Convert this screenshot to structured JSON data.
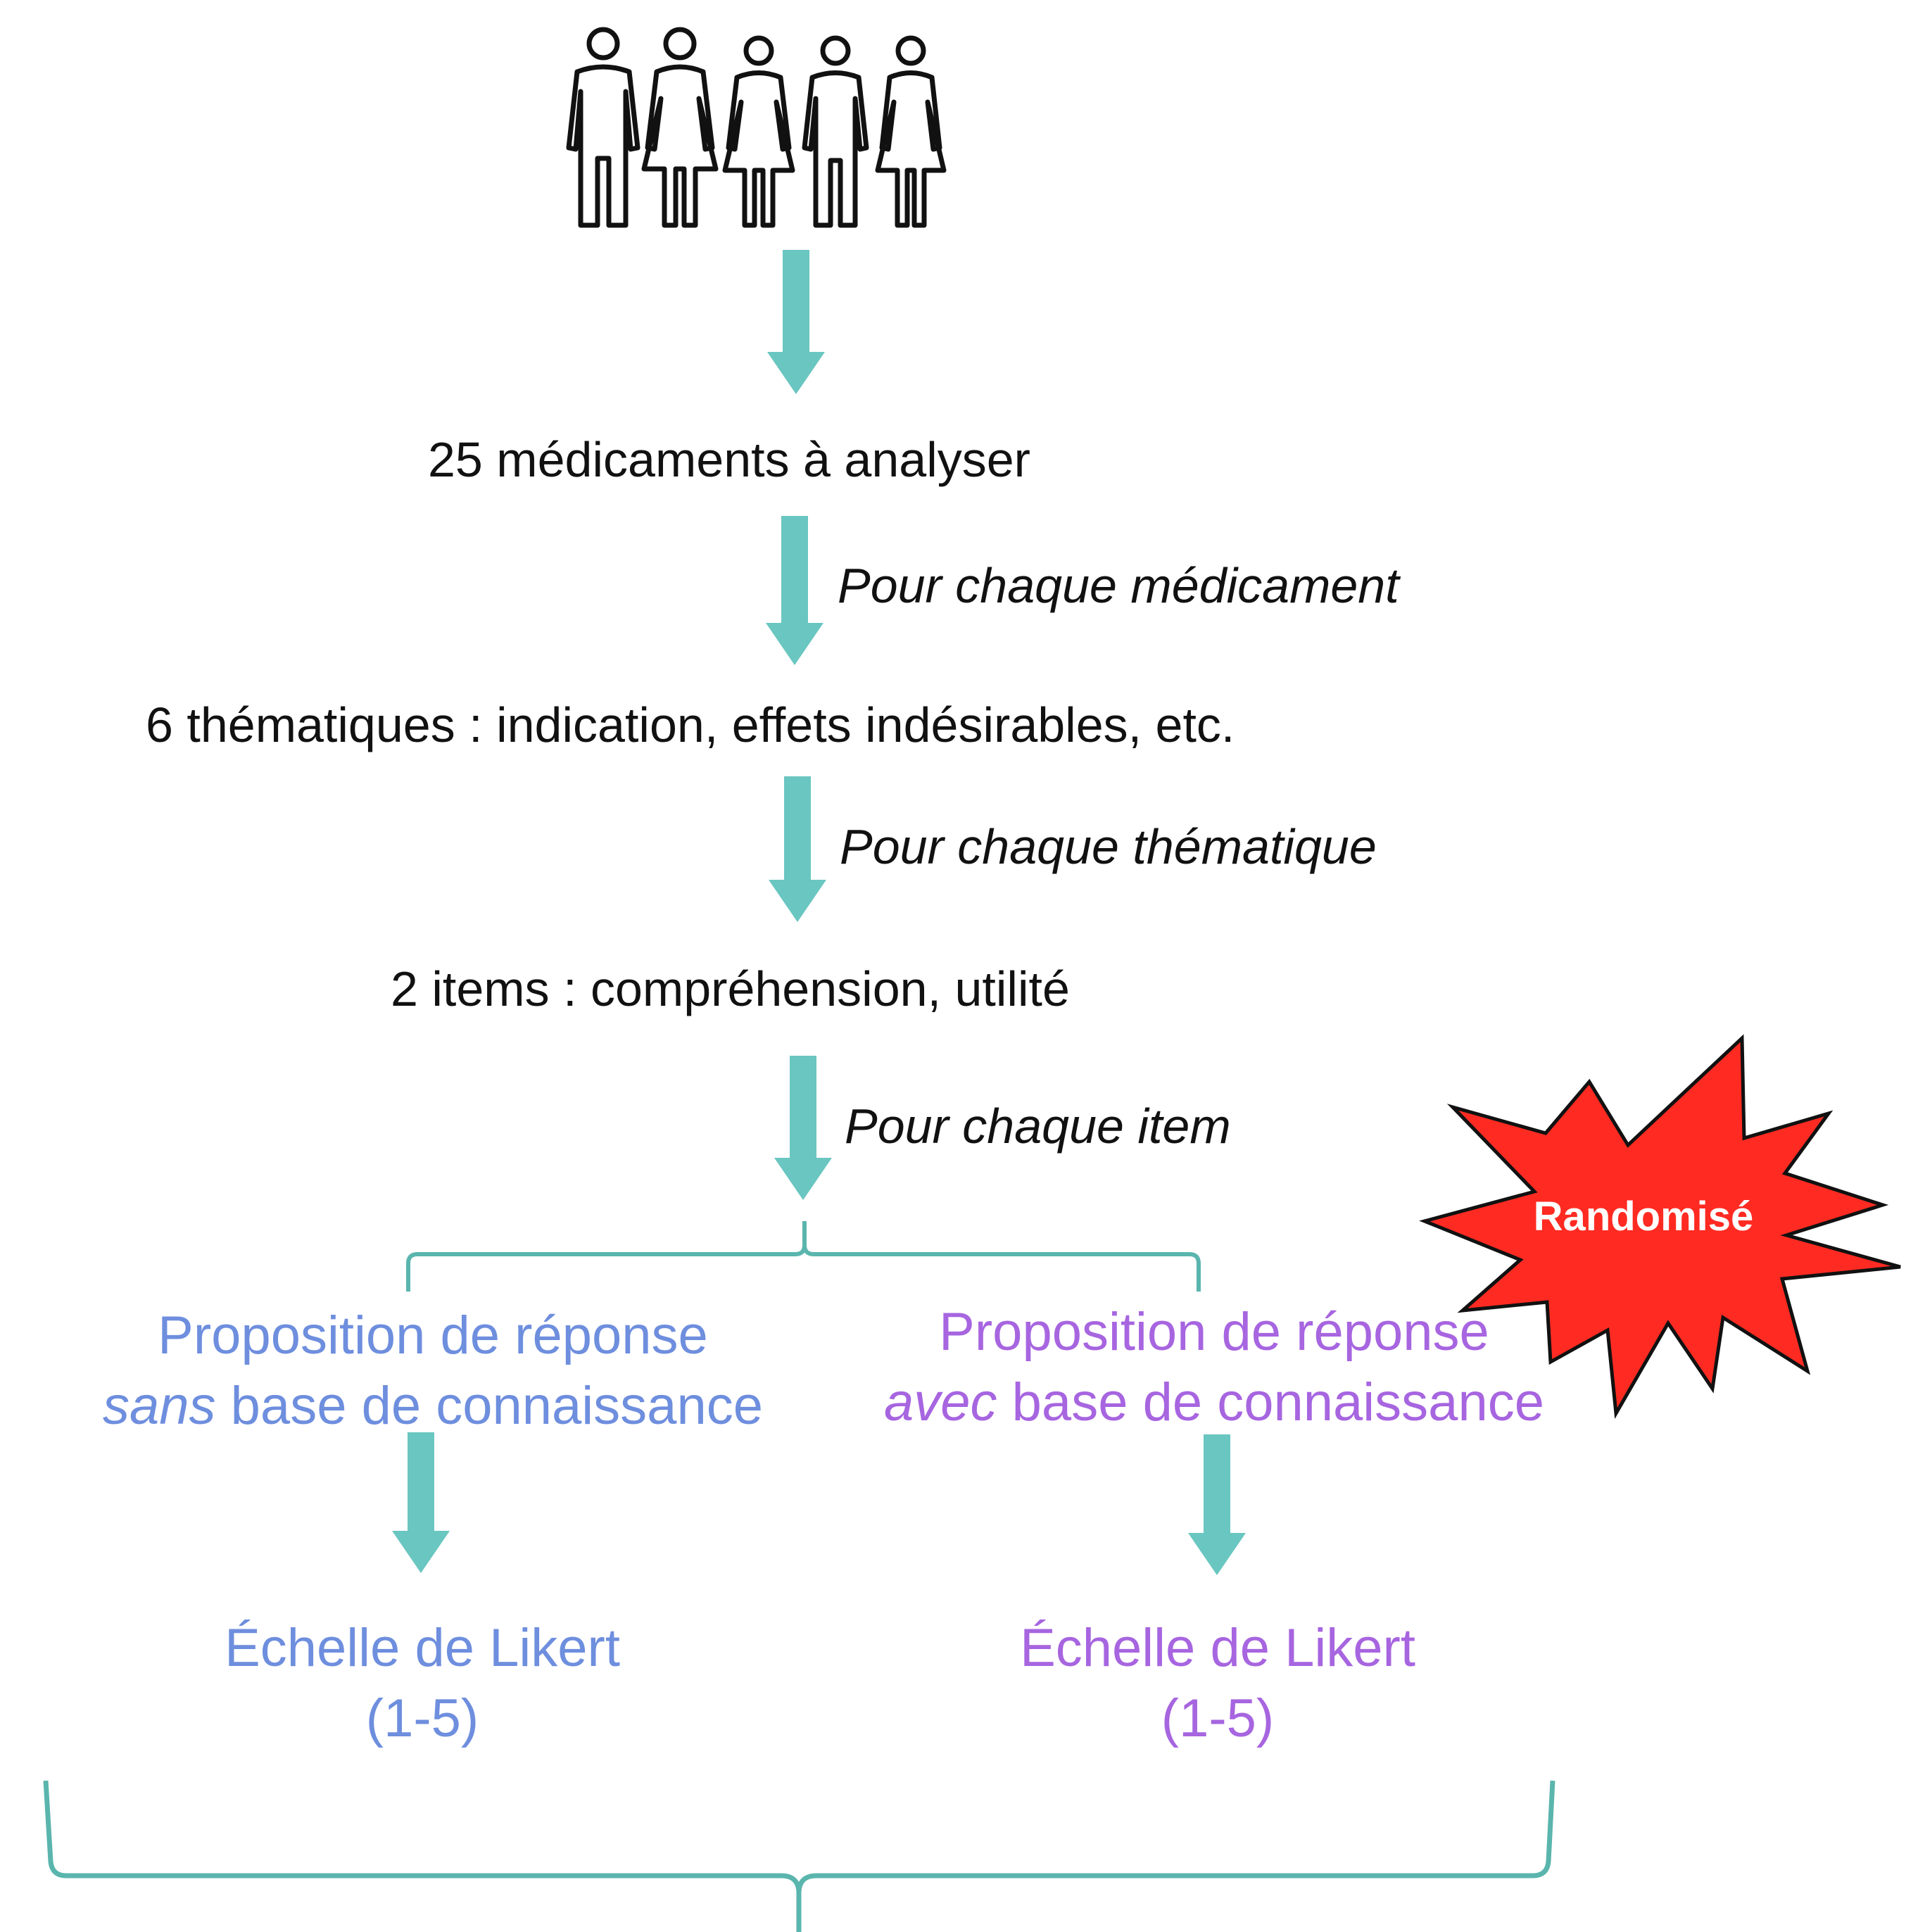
{
  "icon": "group-of-people-icon",
  "colors": {
    "arrow": "#6ac6c0",
    "brace": "#5ab5ad",
    "no_kb": "#6e8ede",
    "with_kb": "#a765e0",
    "badge": "#ff2b22",
    "text": "#111111"
  },
  "steps": {
    "drugs": "25 médicaments à analyser",
    "for_each_drug": "Pour chaque médicament",
    "themes": "6 thématiques : indication, effets indésirables, etc.",
    "for_each_theme": "Pour chaque thématique",
    "items": "2 items : compréhension, utilité",
    "for_each_item": "Pour chaque item"
  },
  "branches": {
    "left": {
      "line1": "Proposition de réponse",
      "emph": "sans",
      "line2_rest": " base de connaissance",
      "scale": "Échelle de Likert",
      "range": "(1-5)"
    },
    "right": {
      "line1": "Proposition de réponse",
      "emph": "avec",
      "line2_rest": " base de connaissance",
      "scale": "Échelle de Likert",
      "range": "(1-5)"
    }
  },
  "badge": {
    "label": "Randomisé",
    "icon": "starburst-icon"
  }
}
